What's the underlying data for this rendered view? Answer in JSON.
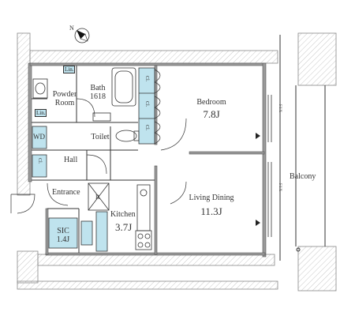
{
  "colors": {
    "wall": "#9a9a9a",
    "storage": "#bfe3ee",
    "line": "#333333",
    "hatch": "#bdbdbd"
  },
  "compass": {
    "icon": "north-arrow-icon",
    "label": "N"
  },
  "rooms": {
    "bath": {
      "name": "Bath",
      "size": "1618"
    },
    "powder": {
      "line1": "Powder",
      "line2": "Room"
    },
    "bedroom": {
      "name": "Bedroom",
      "area": "7.8J"
    },
    "toilet": {
      "name": "Toilet"
    },
    "hall": {
      "name": "Hall"
    },
    "entrance": {
      "name": "Entrance"
    },
    "kitchen": {
      "name": "Kitchen",
      "area": "3.7J"
    },
    "living": {
      "name": "Living Dining",
      "area": "11.3J"
    },
    "sic": {
      "name": "SIC",
      "area": "1.4J"
    },
    "balcony": {
      "name": "Balcony"
    }
  },
  "tags": {
    "lin1": "Lin.",
    "lin2": "Lin.",
    "wd": "WD",
    "cl": "Cl.",
    "refrigerator": "R",
    "fix": "FIX"
  }
}
